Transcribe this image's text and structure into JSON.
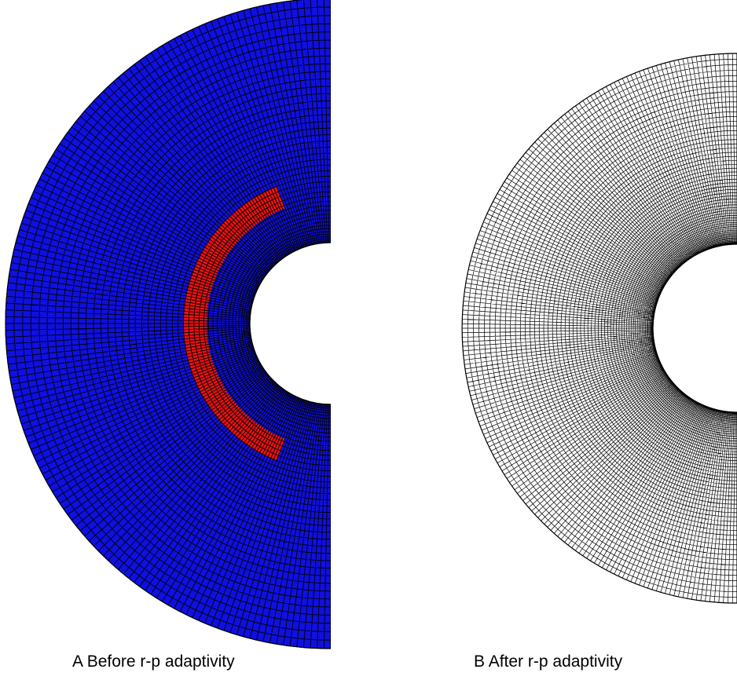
{
  "panels": [
    {
      "letter": "A",
      "caption": "Before r-p adaptivity",
      "mesh_color": "#1010e0",
      "edge_color": "#000000",
      "highlight_color": "#ee1111"
    },
    {
      "letter": "B",
      "caption": "After r-p adaptivity",
      "mesh_color": "#ffffff",
      "edge_color": "#000000"
    }
  ]
}
